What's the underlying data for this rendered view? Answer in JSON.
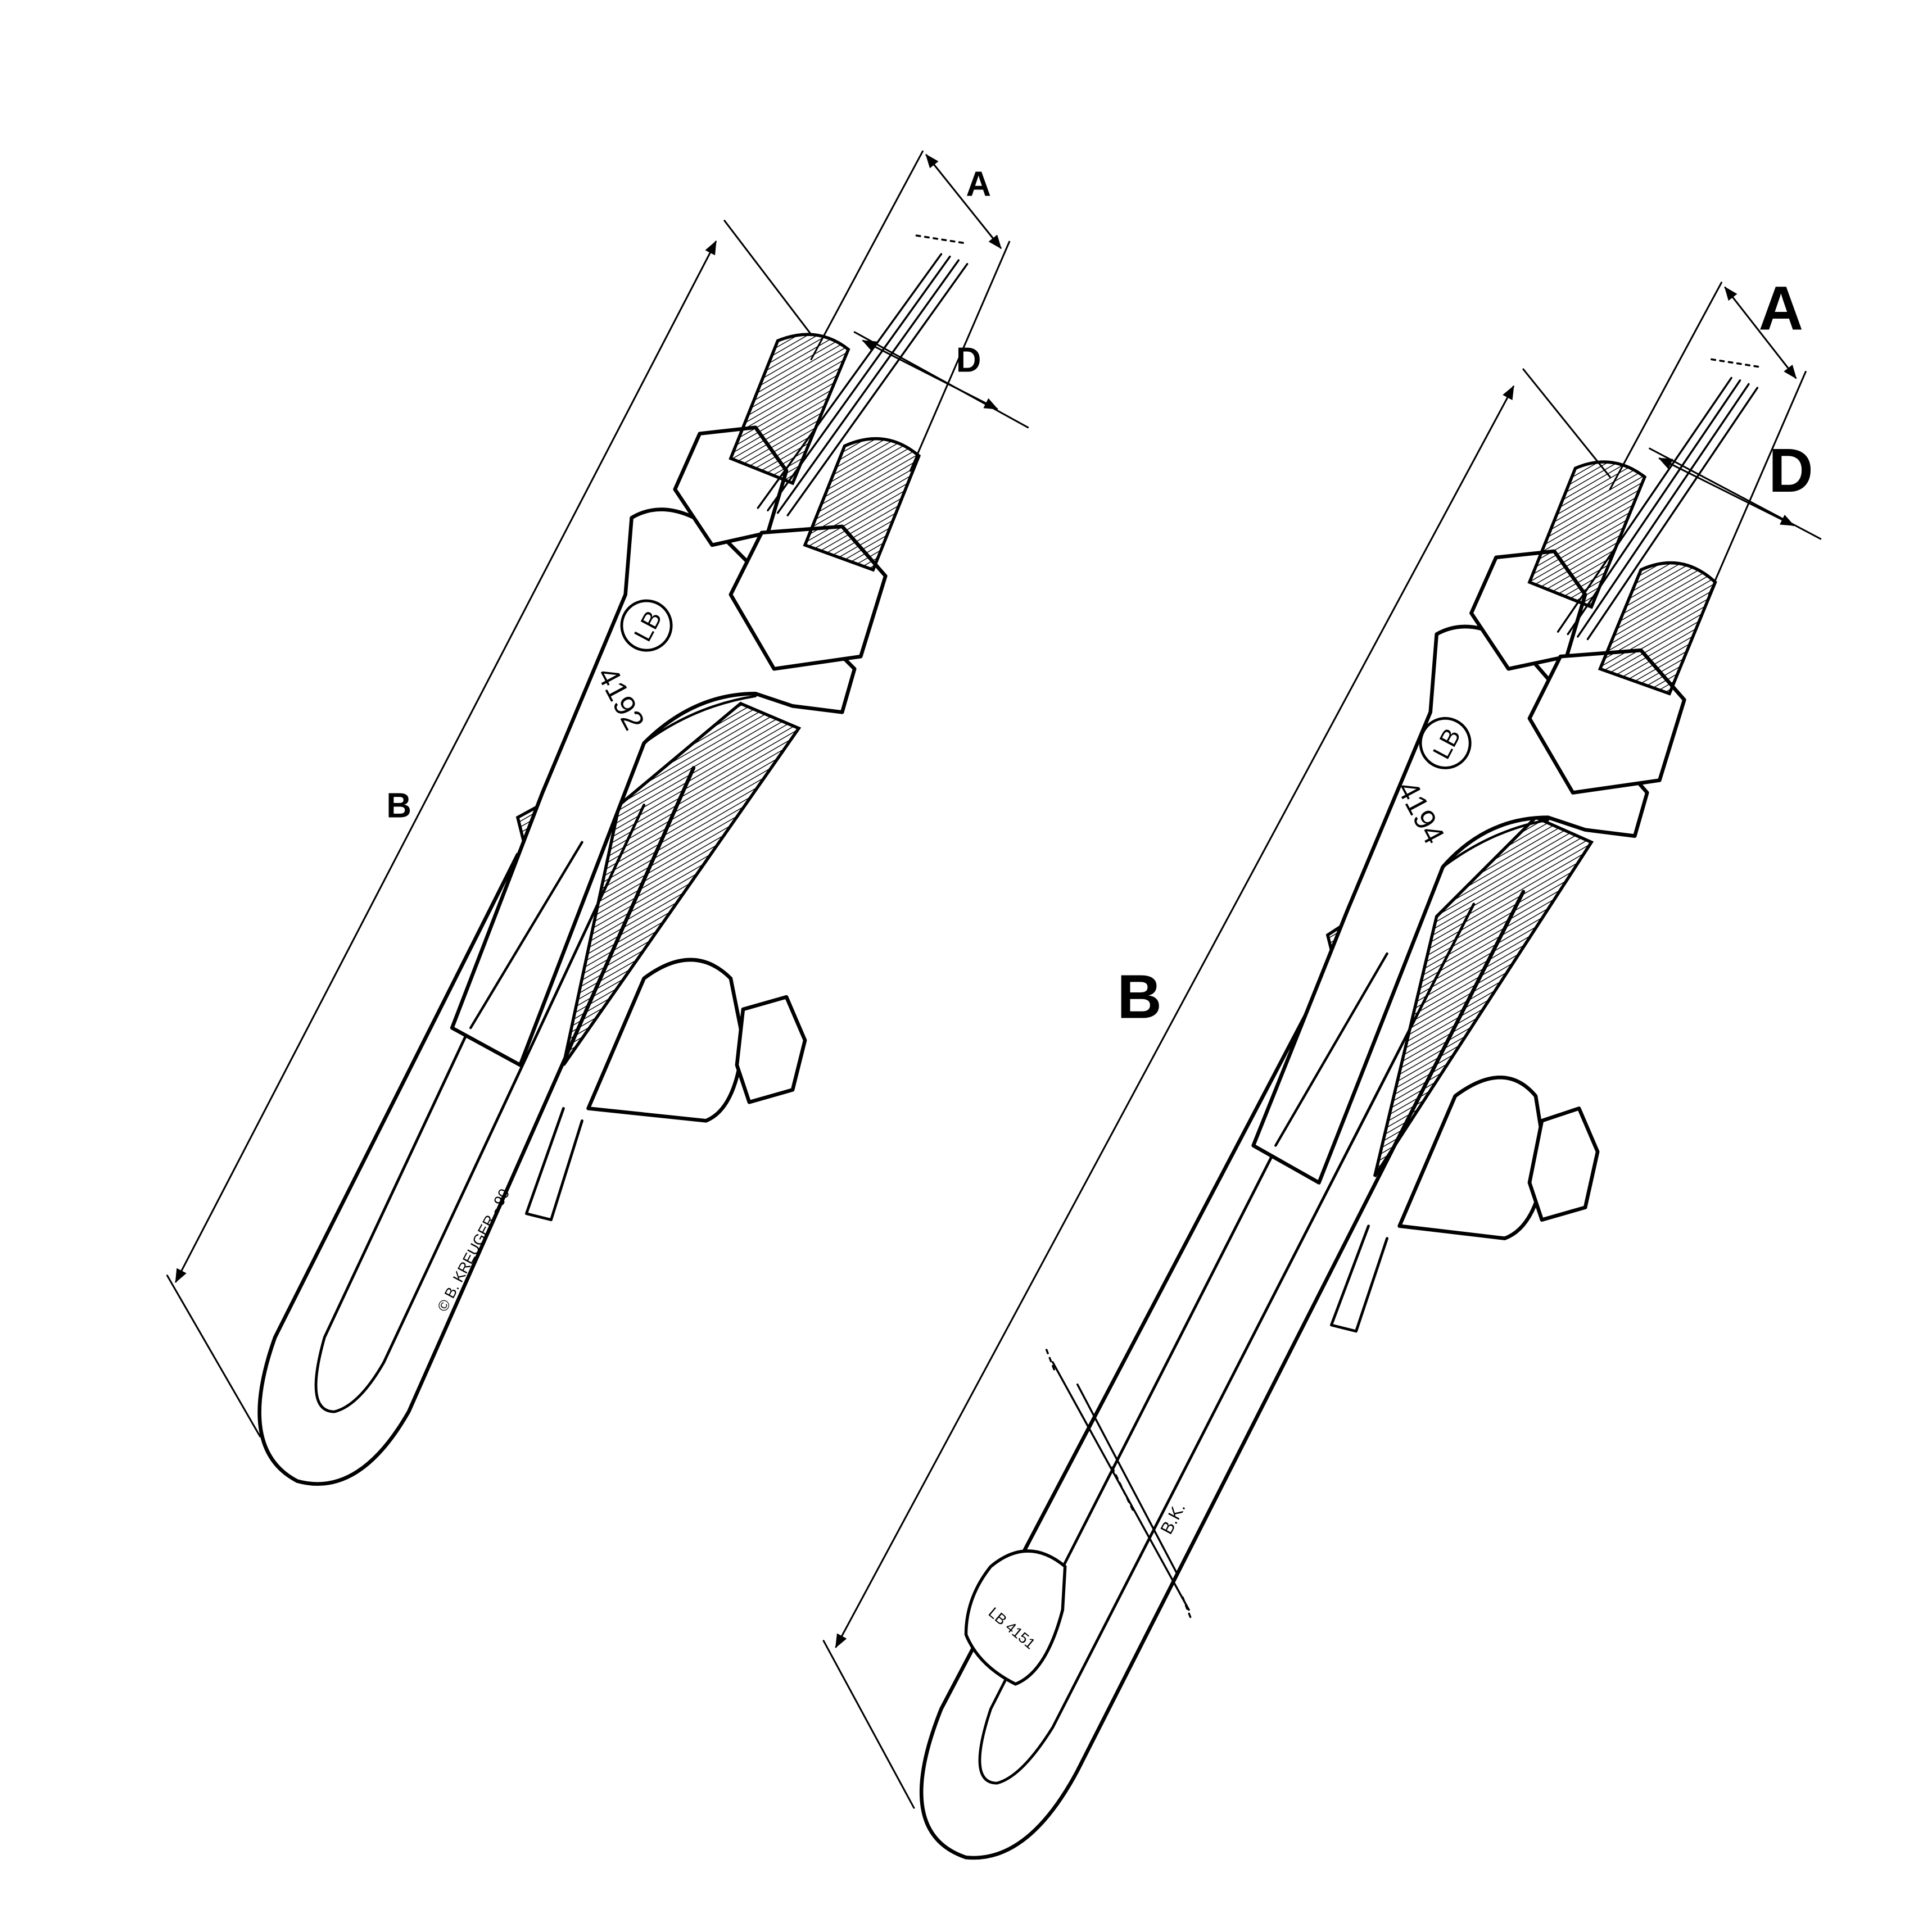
{
  "figures": [
    {
      "id": "left-clamp",
      "labels": {
        "a": "A",
        "b": "B",
        "d": "D"
      },
      "body_marking": {
        "logo": "LB",
        "part_number": "4192"
      },
      "signature": "© B. KREUGER - 90"
    },
    {
      "id": "right-clamp",
      "labels": {
        "a": "A",
        "b": "B",
        "d": "D"
      },
      "body_marking": {
        "logo": "LB",
        "part_number": "4194"
      },
      "cable_tag": "LB 4151",
      "signature": "B.K."
    }
  ]
}
